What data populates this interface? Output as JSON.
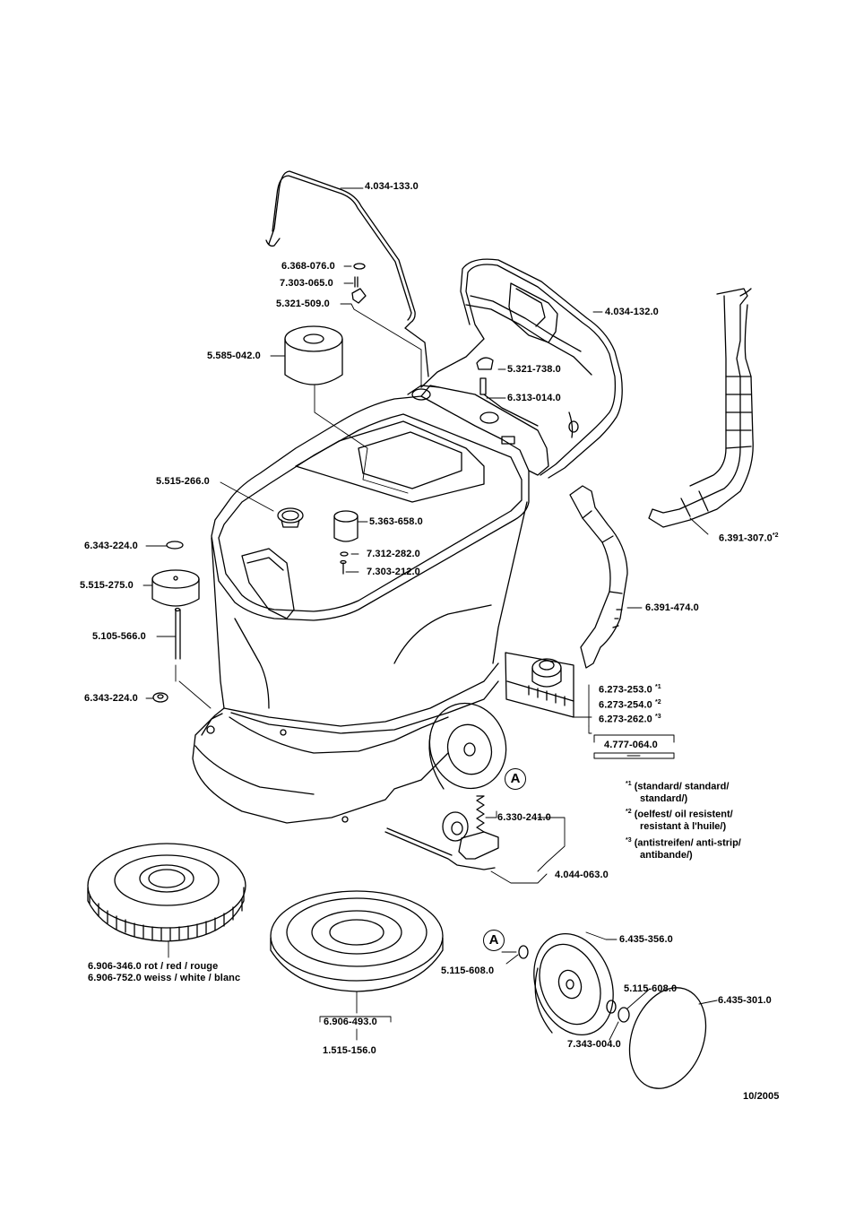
{
  "labels": {
    "p4034133": "4.034-133.0",
    "p6368076": "6.368-076.0",
    "p7303065": "7.303-065.0",
    "p5321509": "5.321-509.0",
    "p4034132": "4.034-132.0",
    "p5585042": "5.585-042.0",
    "p5321738": "5.321-738.0",
    "p6313014": "6.313-014.0",
    "p5515266": "5.515-266.0",
    "p5363658": "5.363-658.0",
    "p7312282": "7.312-282.0",
    "p7303212": "7.303-212.0",
    "p6343224a": "6.343-224.0",
    "p5515275": "5.515-275.0",
    "p5105566": "5.105-566.0",
    "p6343224b": "6.343-224.0",
    "p6391307": "6.391-307.0",
    "p6391474": "6.391-474.0",
    "p6273253": "6.273-253.0",
    "p6273254": "6.273-254.0",
    "p6273262": "6.273-262.0",
    "p4777064": "4.777-064.0",
    "p6330241": "6.330-241.0",
    "p4044063": "4.044-063.0",
    "p6906346": "6.906-346.0 rot / red / rouge",
    "p6906752": "6.906-752.0 weiss / white / blanc",
    "p6906493": "6.906-493.0",
    "p1515156": "1.515-156.0",
    "p6435356": "6.435-356.0",
    "p5115608a": "5.115-608.0",
    "p5115608b": "5.115-608.0",
    "p6435301": "6.435-301.0",
    "p7343004": "7.343-004.0"
  },
  "footnote_marks": {
    "m1": "*1",
    "m2": "*2",
    "m3": "*3"
  },
  "notes": {
    "n1_line1": "(standard/ standard/",
    "n1_line2": "standard/)",
    "n2_line1": "(oelfest/ oil resistent/",
    "n2_line2": "resistant à l'huile/)",
    "n3_line1": "(antistreifen/ anti-strip/",
    "n3_line2": "antibande/)"
  },
  "callout_letter": "A",
  "date": "10/2005"
}
